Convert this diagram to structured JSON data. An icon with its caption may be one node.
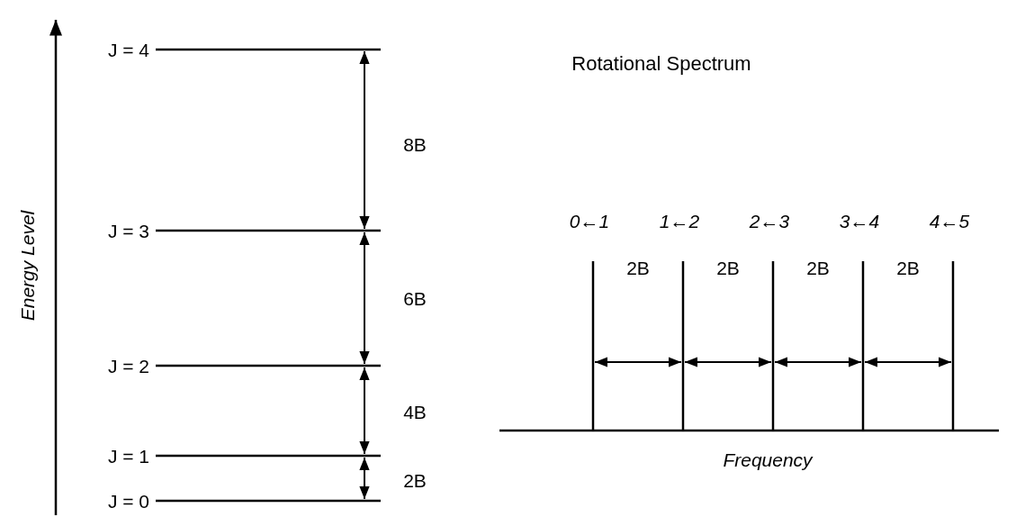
{
  "diagram": {
    "title": "Rotational Spectrum",
    "labels": [
      "Energy Level",
      "J = 4",
      "J = 3",
      "J = 2",
      "J = 1",
      "J = 0",
      "8B",
      "6B",
      "4B",
      "2B",
      "0←1",
      "1←2",
      "2←3",
      "3←4",
      "4←5",
      "2B",
      "2B",
      "2B",
      "2B",
      "Frequency"
    ]
  }
}
